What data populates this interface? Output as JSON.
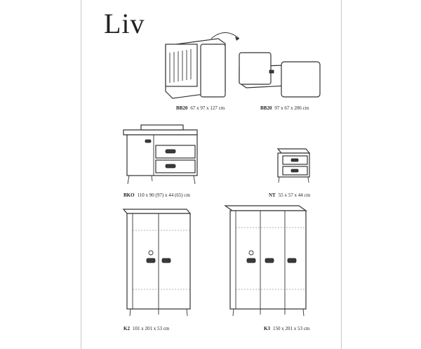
{
  "title": "Liv",
  "items": [
    {
      "code": "BB20",
      "dims": "67 x 97 x 127 cm"
    },
    {
      "code": "BB20",
      "dims": "97 x 67 x 206 cm"
    },
    {
      "code": "BKO",
      "dims": "110 x 90 (97) x 44 (65) cm"
    },
    {
      "code": "NT",
      "dims": "55 x 57 x 44 cm"
    },
    {
      "code": "K2",
      "dims": "101 x 201 x 53 cm"
    },
    {
      "code": "K3",
      "dims": "150 x 201 x 53 cm"
    }
  ]
}
